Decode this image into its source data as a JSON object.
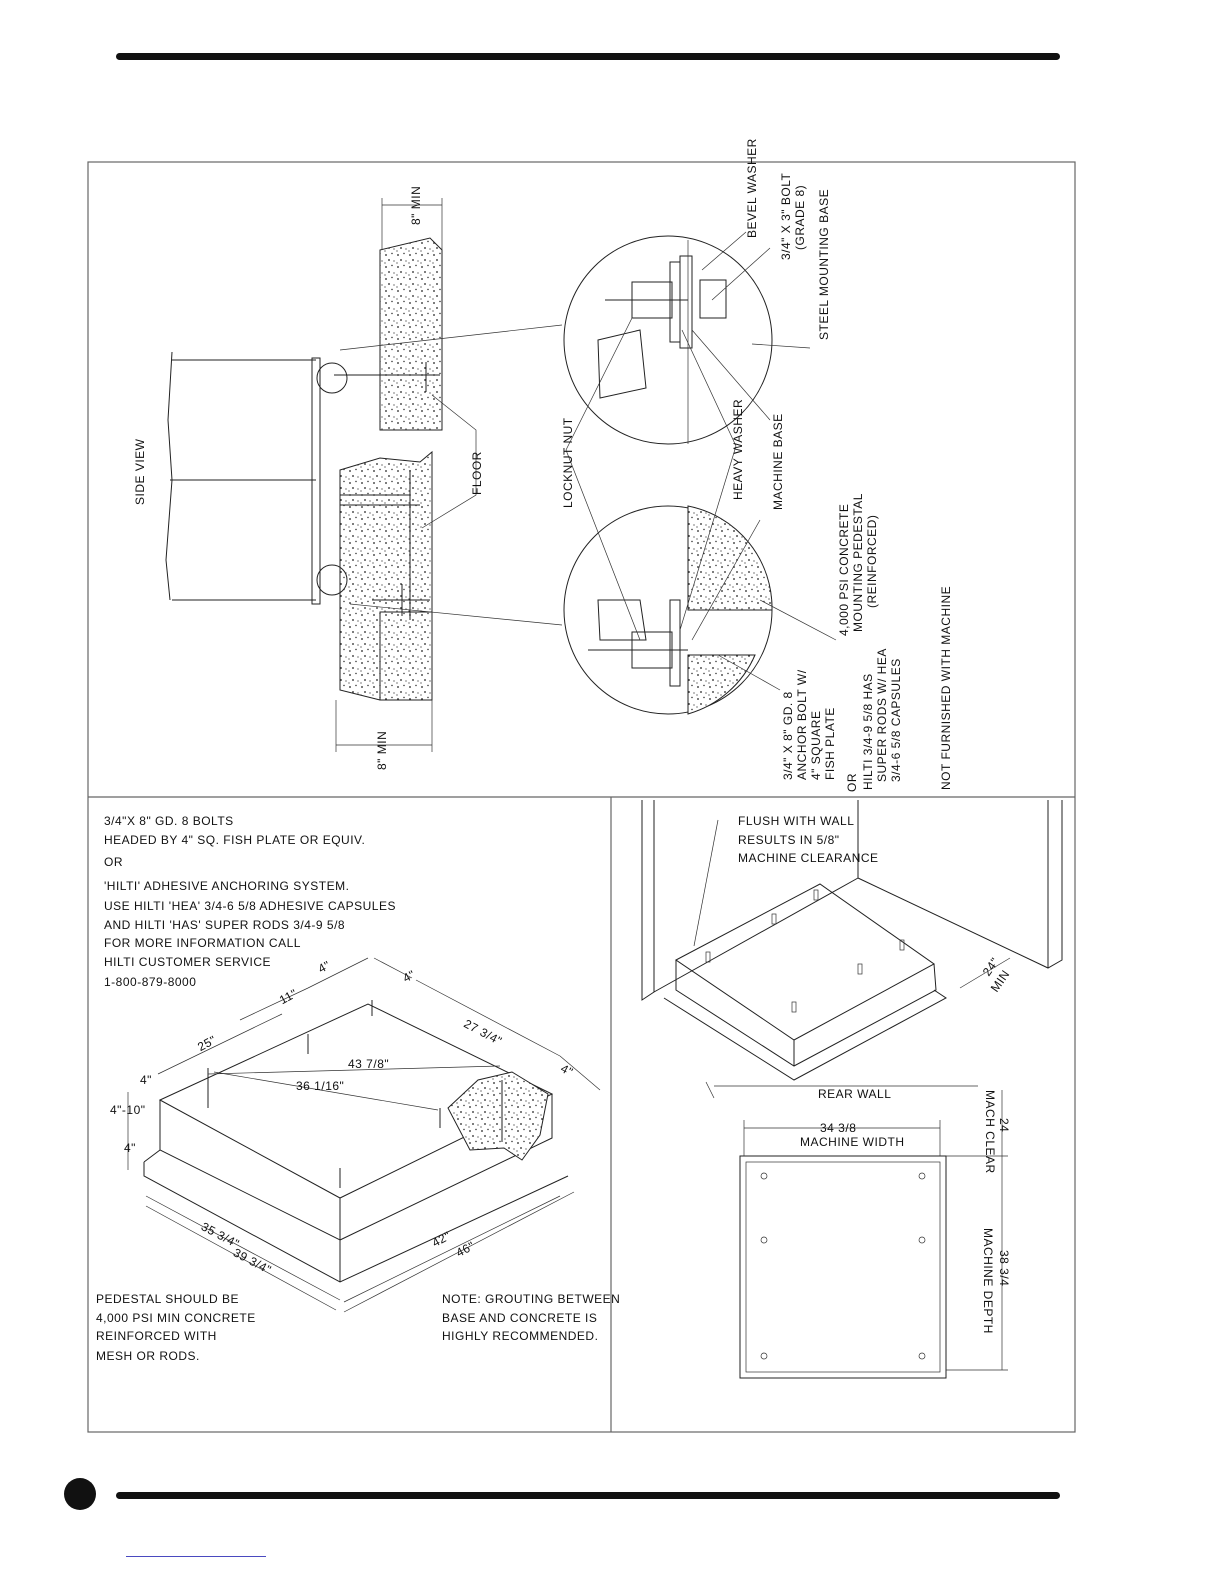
{
  "side_view": {
    "title": "SIDE VIEW",
    "dim_top": "8\" MIN",
    "dim_bottom": "8\" MIN",
    "floor": "FLOOR",
    "bevel_washer": "BEVEL WASHER",
    "bolt": "3/4\" X 3\" BOLT",
    "bolt_grade": "(GRADE 8)",
    "steel_base": "STEEL MOUNTING BASE",
    "locknut": "LOCKNUT NUT",
    "heavy_washer": "HEAVY WASHER",
    "machine_base": "MACHINE BASE",
    "pedestal_line1": "4,000 PSI CONCRETE",
    "pedestal_line2": "MOUNTING PEDESTAL",
    "pedestal_line3": "(REINFORCED)",
    "anchor_line1": "3/4\" X 8\" GD. 8",
    "anchor_line2": "ANCHOR BOLT W/",
    "anchor_line3": "4\" SQUARE",
    "anchor_line4": "FISH PLATE",
    "or": "OR",
    "hilti_line1": "HILTI 3/4-9 5/8 HAS",
    "hilti_line2": "SUPER RODS W/ HEA",
    "hilti_line3": "3/4-6 5/8 CAPSULES",
    "not_furnished": "NOT FURNISHED WITH MACHINE"
  },
  "pedestal": {
    "note_lines": [
      "3/4\"X 8\" GD. 8 BOLTS",
      "HEADED BY 4\" SQ. FISH PLATE OR EQUIV.",
      " OR",
      "'HILTI' ADHESIVE ANCHORING SYSTEM.",
      "USE HILTI 'HEA' 3/4-6 5/8 ADHESIVE CAPSULES",
      "AND HILTI 'HAS' SUPER RODS 3/4-9 5/8",
      "FOR MORE INFORMATION CALL",
      "HILTI CUSTOMER SERVICE",
      "1-800-879-8000"
    ],
    "dims": {
      "d4a": "4\"",
      "d4b": "4\"",
      "d11": "11\"",
      "d25": "25\"",
      "d27": "27 3/4\"",
      "d43": "43 7/8\"",
      "d36": "36 1/16\"",
      "d4c": "4\"",
      "d4_10": "4\"-10\"",
      "d4d": "4\"",
      "d4e": "4\"",
      "d35": "35 3/4\"",
      "d39": "39 3/4\"",
      "d42": "42\"",
      "d46": "46\""
    },
    "pedestal_note": [
      "PEDESTAL SHOULD BE",
      "4,000 PSI MIN CONCRETE",
      "REINFORCED WITH",
      "MESH OR RODS."
    ],
    "grout_note": [
      "NOTE: GROUTING BETWEEN",
      "BASE AND CONCRETE IS",
      "HIGHLY RECOMMENDED."
    ]
  },
  "wall_view": {
    "flush": [
      "FLUSH WITH WALL",
      "RESULTS IN 5/8\"",
      "MACHINE CLEARANCE"
    ],
    "min24": "24\"",
    "min": "MIN",
    "rear_wall": "REAR WALL",
    "width_val": "34 3/8",
    "width_label": "MACHINE WIDTH",
    "clear_val": "24",
    "clear_label": "MACH CLEAR",
    "depth_val": "38 3/4",
    "depth_label": "MACHINE DEPTH"
  }
}
